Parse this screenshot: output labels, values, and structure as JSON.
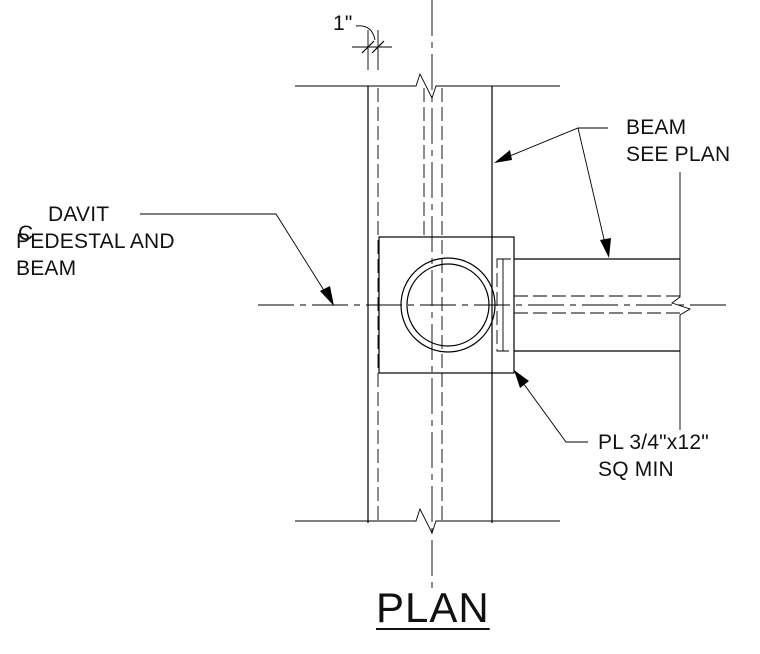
{
  "drawing": {
    "title": "PLAN",
    "dimension": {
      "value": "1\""
    },
    "labels": {
      "beam": [
        "BEAM",
        "SEE PLAN"
      ],
      "davit": [
        "DAVIT",
        "PEDESTAL AND",
        "BEAM"
      ],
      "centerline_symbol": "C",
      "plate": [
        "PL 3/4\"x12\"",
        "SQ MIN"
      ]
    }
  }
}
